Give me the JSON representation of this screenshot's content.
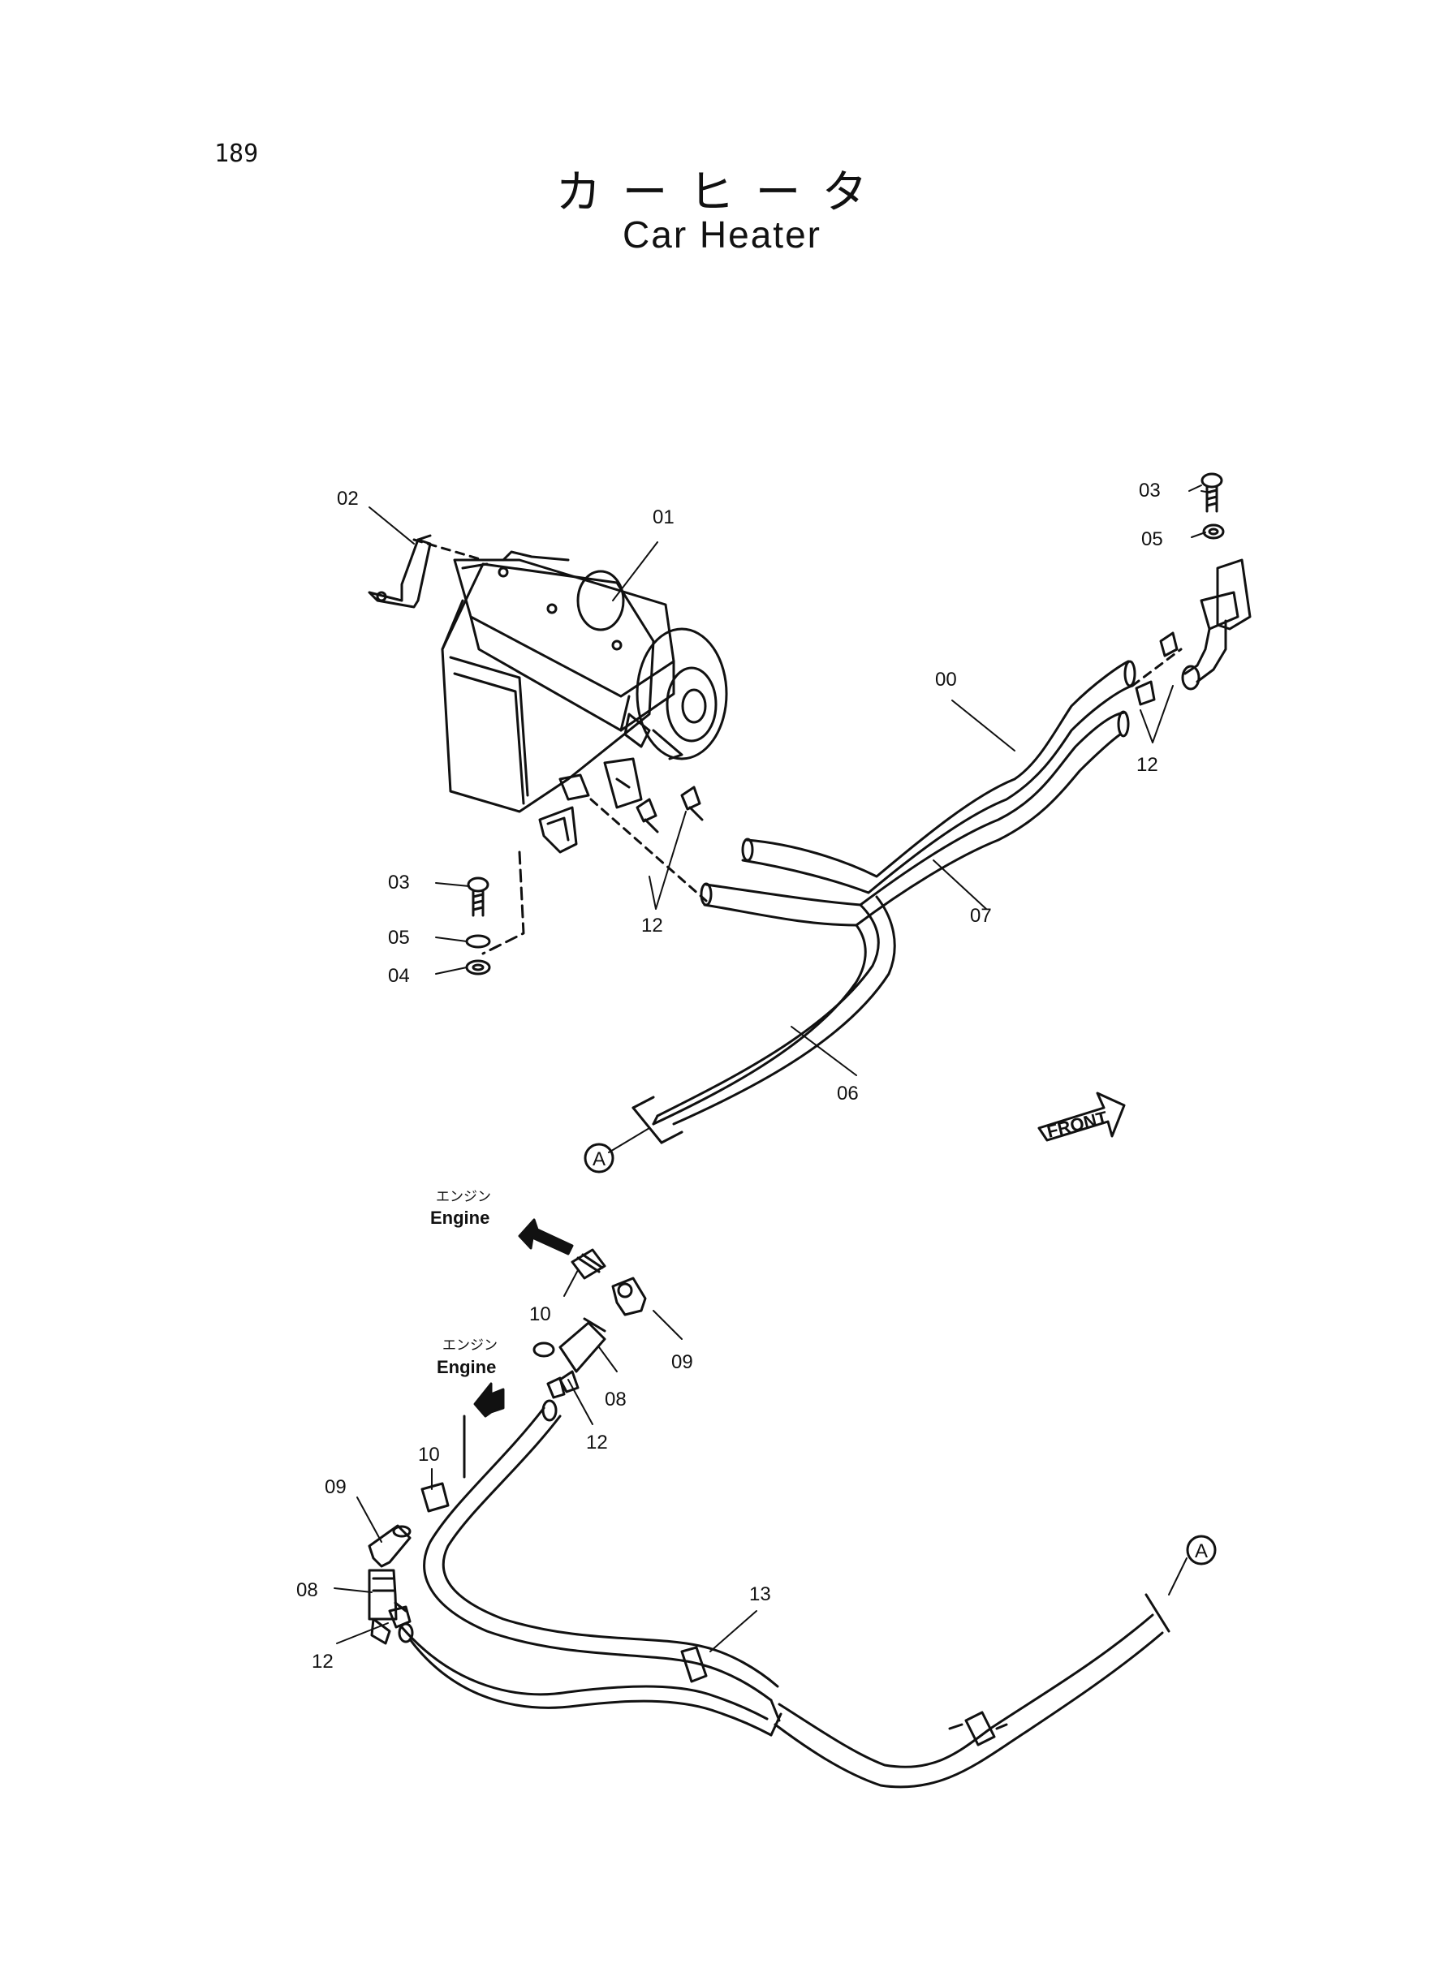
{
  "page_number": "189",
  "title_jp": "カーヒータ",
  "title_en": "Car Heater",
  "labels": {
    "p00": "00",
    "p01": "01",
    "p02": "02",
    "p03a": "03",
    "p03b": "03",
    "p04": "04",
    "p05a": "05",
    "p05b": "05",
    "p06": "06",
    "p07": "07",
    "p08a": "08",
    "p08b": "08",
    "p09a": "09",
    "p09b": "09",
    "p10a": "10",
    "p10b": "10",
    "p12a": "12",
    "p12b": "12",
    "p12c": "12",
    "p12d": "12",
    "p13": "13"
  },
  "ref_markers": {
    "a1": "A",
    "a2": "A"
  },
  "engine_upper": {
    "jp": "エンジン",
    "en": "Engine"
  },
  "engine_lower": {
    "jp": "エンジン",
    "en": "Engine"
  },
  "front_label": "FRONT"
}
